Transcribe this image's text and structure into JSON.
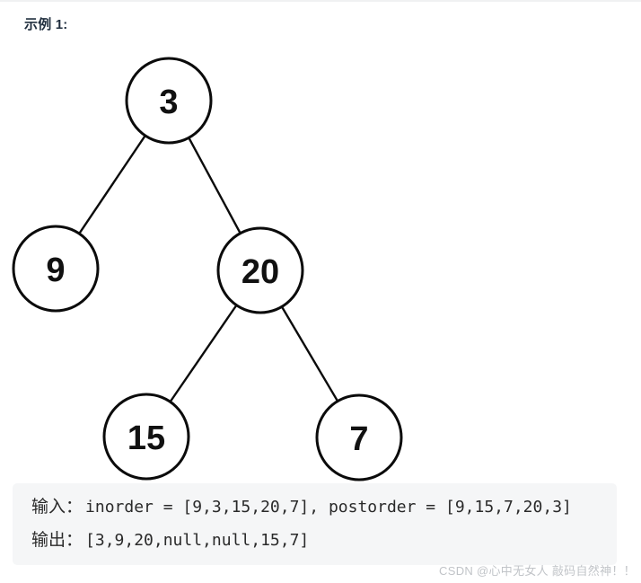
{
  "page": {
    "heading": "示例 1:"
  },
  "tree": {
    "type": "binary-tree",
    "nodes": [
      {
        "value": "3"
      },
      {
        "value": "9"
      },
      {
        "value": "20"
      },
      {
        "value": "15"
      },
      {
        "value": "7"
      }
    ],
    "edges": [
      {
        "from": "3",
        "to": "9"
      },
      {
        "from": "3",
        "to": "20"
      },
      {
        "from": "20",
        "to": "15"
      },
      {
        "from": "20",
        "to": "7"
      }
    ]
  },
  "example": {
    "input_label": "输入：",
    "input_value": "inorder = [9,3,15,20,7], postorder = [9,15,7,20,3]",
    "output_label": "输出：",
    "output_value": "[3,9,20,null,null,15,7]"
  },
  "watermark": {
    "text": "CSDN @心中无女人 敲码自然神！！"
  },
  "colors": {
    "background": "#ffffff",
    "heading_text": "#1f2d3d",
    "code_block_bg": "#f5f6f7",
    "code_text": "#2a2a2a",
    "tree_stroke": "#0b0b0b",
    "watermark_text": "#c1c4c8"
  }
}
